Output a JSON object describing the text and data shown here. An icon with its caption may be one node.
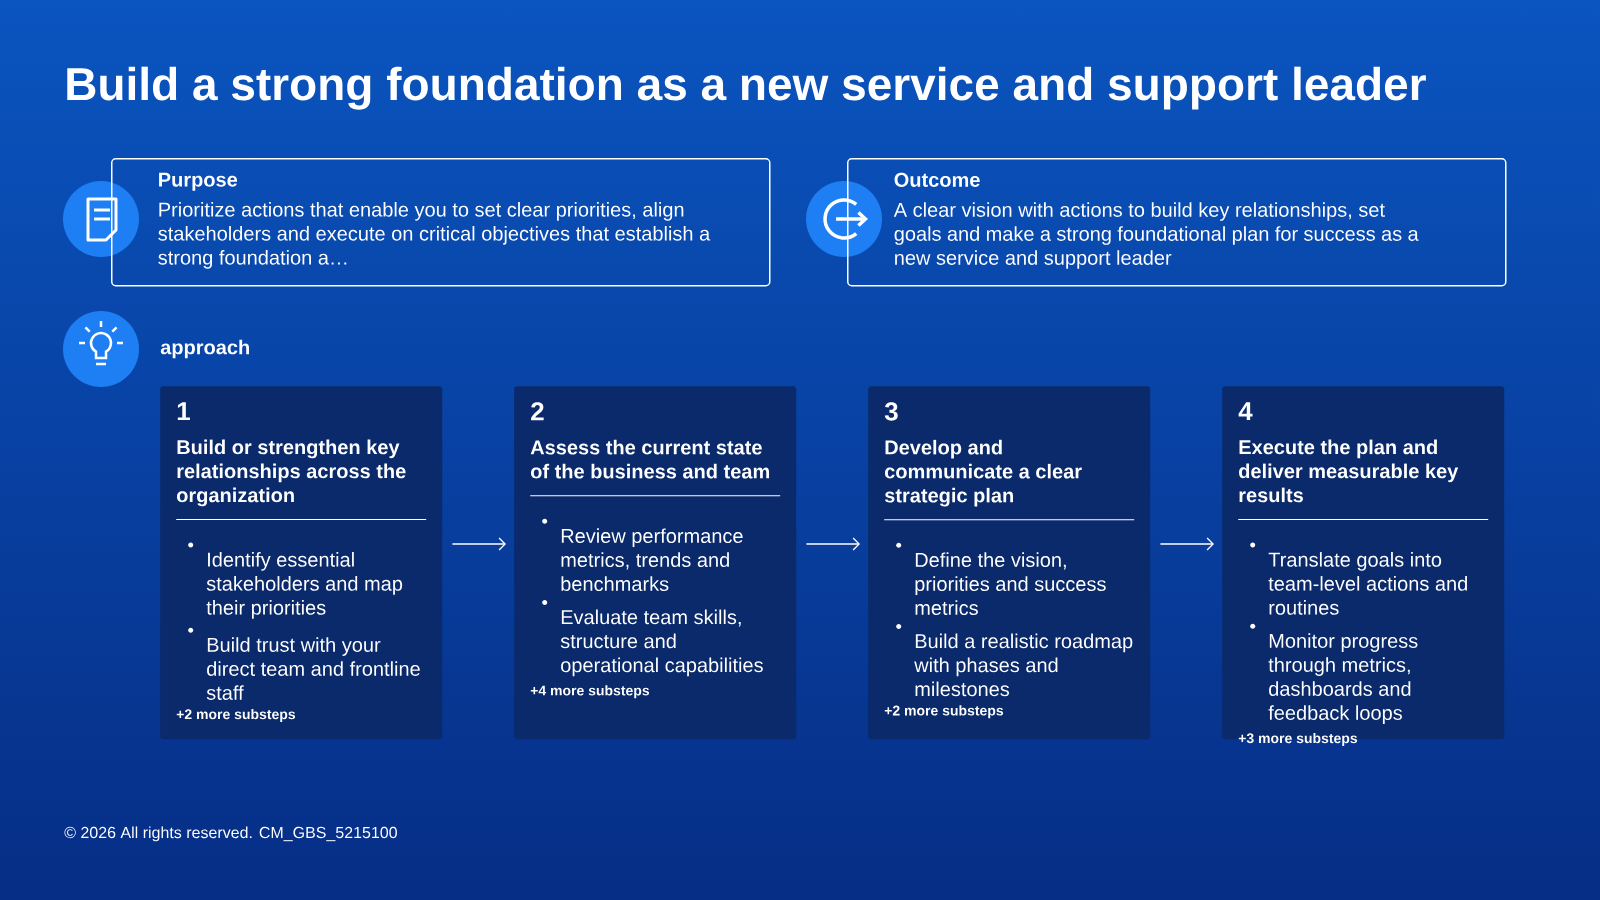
{
  "diagram": {
    "title": "Build a strong foundation as a new service and support leader",
    "nodes": [
      {
        "text": [
          "Purpose",
          "Prioritize actions that enable you to set clear priorities, align stakeholders and execute on critical objectives that establish a strong foundation a…"
        ]
      },
      {
        "text": [
          "Outcome",
          "A clear vision with actions to build key relationships, set goals and make a strong foundational plan for success as a new service and support leader"
        ]
      },
      {
        "text": [
          "1",
          "Build or strengthen key relationships across the organization",
          "Identify essential stakeholders and map their priorities",
          "Build trust with your direct team and frontline staff",
          "+2 more substeps"
        ]
      },
      {
        "text": [
          "2",
          "Assess the current state of the business and team",
          "Review performance metrics, trends and benchmarks",
          "Evaluate team skills, structure and operational capabilities",
          "+4 more substeps"
        ]
      },
      {
        "text": [
          "3",
          "Develop and communicate a clear strategic plan",
          "Define the vision, priorities and success metrics",
          "Build a realistic roadmap with phases and milestones",
          "+2 more substeps"
        ]
      },
      {
        "text": [
          "4",
          "Execute the plan and deliver measurable key results",
          "Translate goals into team-level actions and routines",
          "Monitor progress through metrics, dashboards and feedback loops",
          "+3 more substeps"
        ]
      }
    ],
    "edges": [
      {
        "from": 2,
        "to": 3,
        "arrow": "to"
      },
      {
        "from": 3,
        "to": 4,
        "arrow": "to"
      },
      {
        "from": 4,
        "to": 5,
        "arrow": "to"
      }
    ],
    "labels": [
      "approach",
      "© 2026 All rights reserved. CM_GBS_5215100"
    ]
  }
}
